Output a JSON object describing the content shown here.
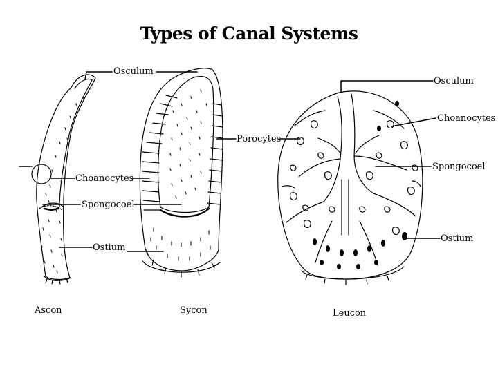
{
  "title": "Types of Canal Systems",
  "labels": {
    "osculum_left": "Osculum",
    "osculum_right": "Osculum",
    "choanocytes_right": "Choanocytes",
    "porocytes": "Porocytes",
    "spongocoel_right": "Spongocoel",
    "choanocytes_left": "Choanocytes",
    "spongocoel_left": "Spongocoel",
    "ostium_right": "Ostium",
    "ostium_left": "Ostium"
  },
  "sponges": {
    "ascon": "Ascon",
    "sycon": "Sycon",
    "leucon": "Leucon"
  }
}
